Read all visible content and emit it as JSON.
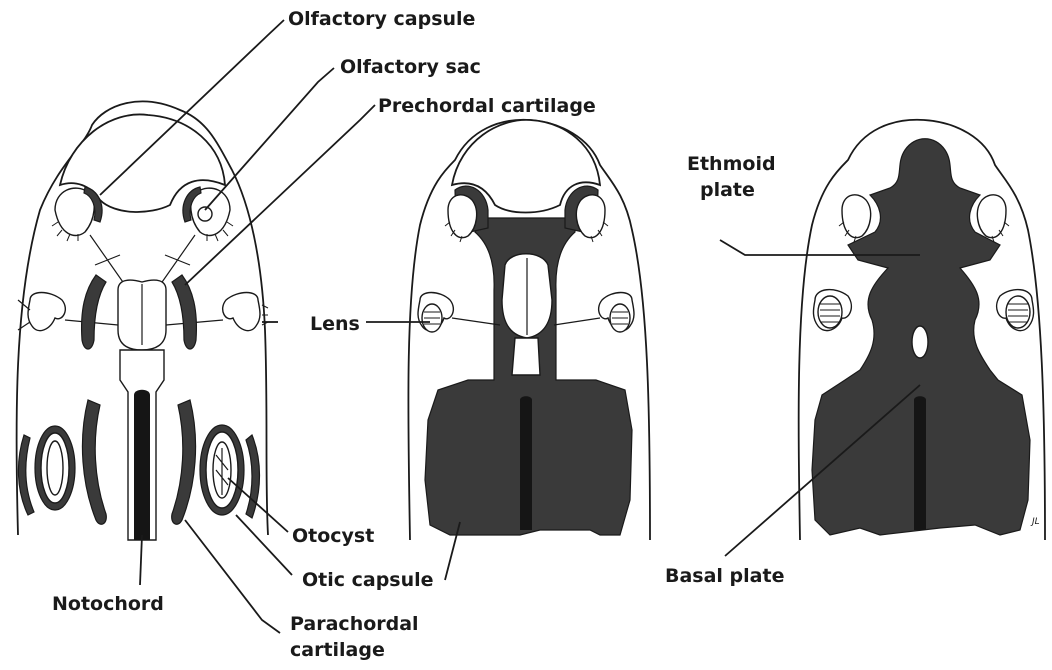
{
  "labels": {
    "olfactory_capsule": "Olfactory capsule",
    "olfactory_sac": "Olfactory sac",
    "prechordal_cartilage": "Prechordal cartilage",
    "lens": "Lens",
    "otocyst": "Otocyst",
    "otic_capsule": "Otic capsule",
    "notochord": "Notochord",
    "parachordal_cartilage_line1": "Parachordal",
    "parachordal_cartilage_line2": "cartilage",
    "ethmoid_plate_line1": "Ethmoid",
    "ethmoid_plate_line2": "plate",
    "basal_plate": "Basal plate",
    "signature": "JL"
  },
  "colors": {
    "cartilage": "#3a3a3a",
    "notochord": "#151515",
    "line": "#1a1a1a",
    "background": "#ffffff"
  }
}
